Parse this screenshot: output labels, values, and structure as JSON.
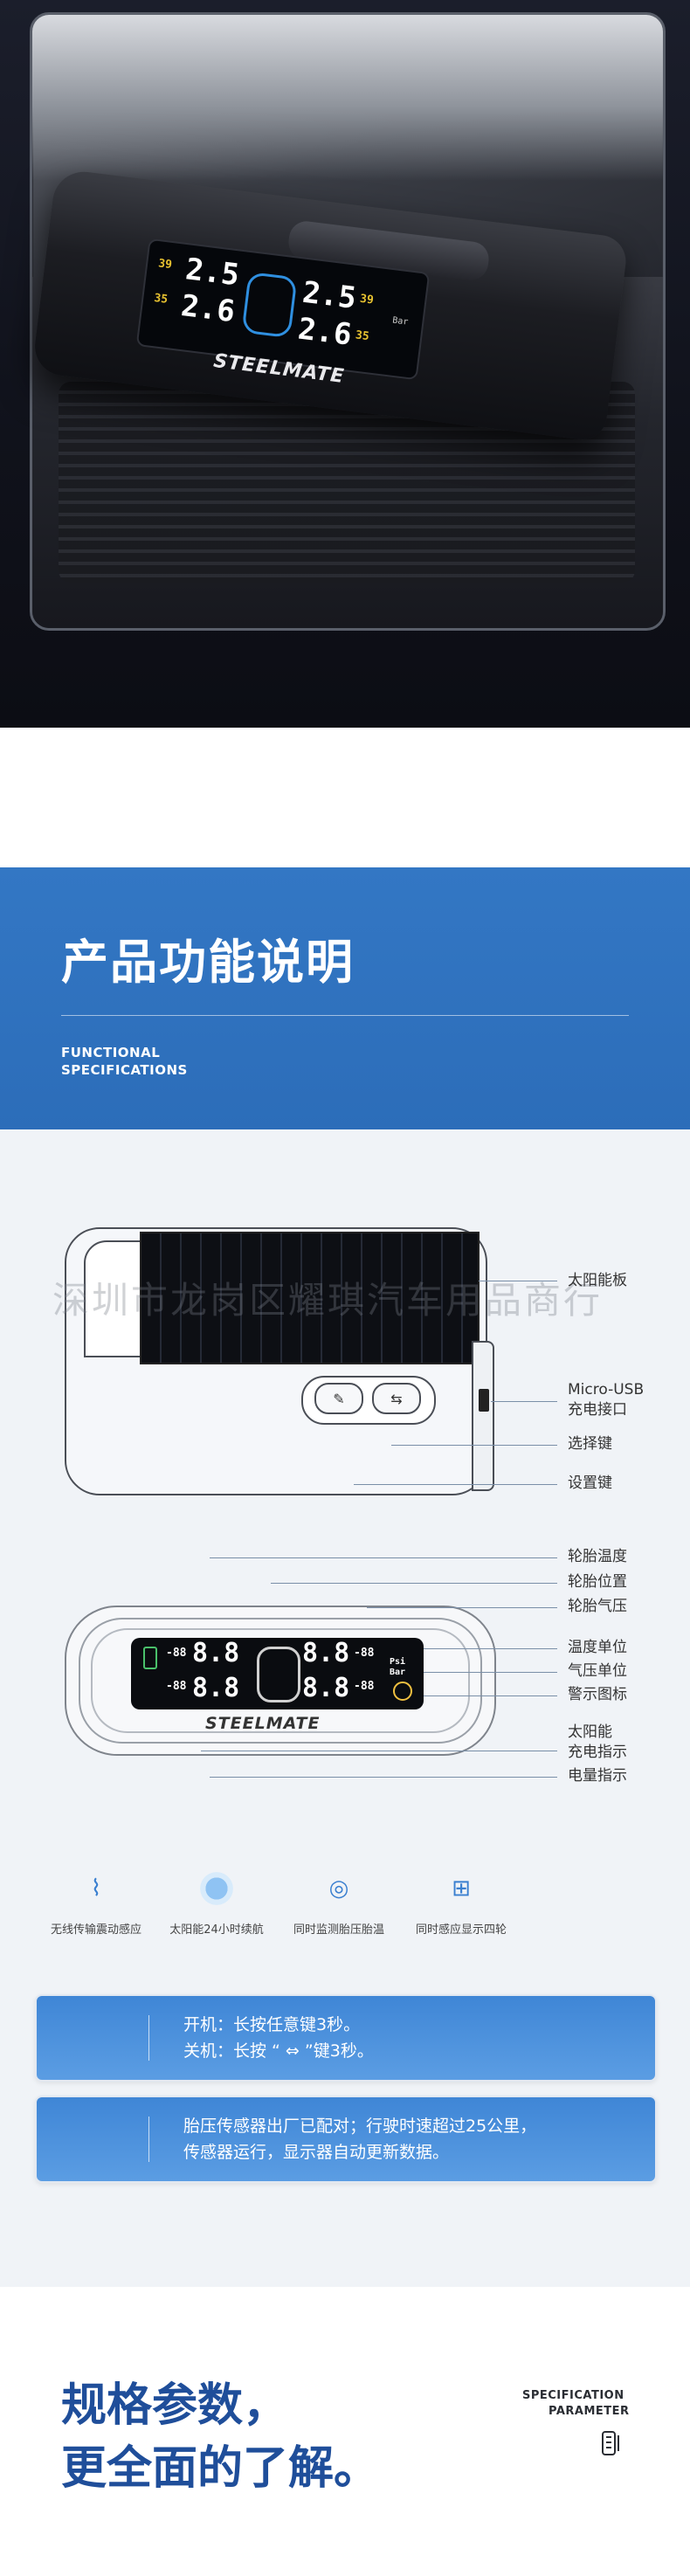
{
  "hero": {
    "lcd": {
      "fl": "2.5",
      "rl": "2.6",
      "fr": "2.5",
      "rr": "2.6",
      "t1": "39",
      "t2": "35",
      "t3": "39",
      "t4": "35",
      "unit": "Bar"
    },
    "brand": "STEELMATE"
  },
  "spec_header": {
    "title": "产品功能说明",
    "subtitle_line1": "FUNCTIONAL",
    "subtitle_line2": "SPECIFICATIONS"
  },
  "watermark": "深圳市龙岗区耀琪汽车用品商行",
  "diagram_top": {
    "labels": {
      "solar": "太阳能板",
      "usb1": "Micro-USB",
      "usb2": "充电接口",
      "select": "选择键",
      "setting": "设置键"
    }
  },
  "diagram_bottom": {
    "labels": {
      "tire_temp": "轮胎温度",
      "tire_pos": "轮胎位置",
      "tire_press": "轮胎气压",
      "temp_unit": "温度单位",
      "press_unit": "气压单位",
      "alarm": "警示图标",
      "solar1": "太阳能",
      "solar2": "充电指示",
      "battery": "电量指示"
    },
    "lcd": {
      "big": "8.8",
      "small": "-88",
      "psi": "Psi",
      "bar": "Bar"
    },
    "brand": "STEELMATE"
  },
  "features": [
    {
      "icon": "wireless-icon",
      "label": "无线传输震动感应"
    },
    {
      "icon": "sun-icon",
      "label": "太阳能24小时续航"
    },
    {
      "icon": "monitor-icon",
      "label": "同时监测胎压胎温"
    },
    {
      "icon": "four-wheel-icon",
      "label": "同时感应显示四轮"
    }
  ],
  "notices": [
    {
      "line1": "开机：长按任意键3秒。",
      "line2": "关机：长按 “ ⇔ ”键3秒。"
    },
    {
      "line1": "胎压传感器出厂已配对；行驶时速超过25公里，",
      "line2": "传感器运行，显示器自动更新数据。"
    }
  ],
  "specs": {
    "title_line1": "规格参数，",
    "title_line2": "更全面的了解。",
    "sub_line1": "SPECIFICATION",
    "sub_line2": "PARAMETER"
  }
}
